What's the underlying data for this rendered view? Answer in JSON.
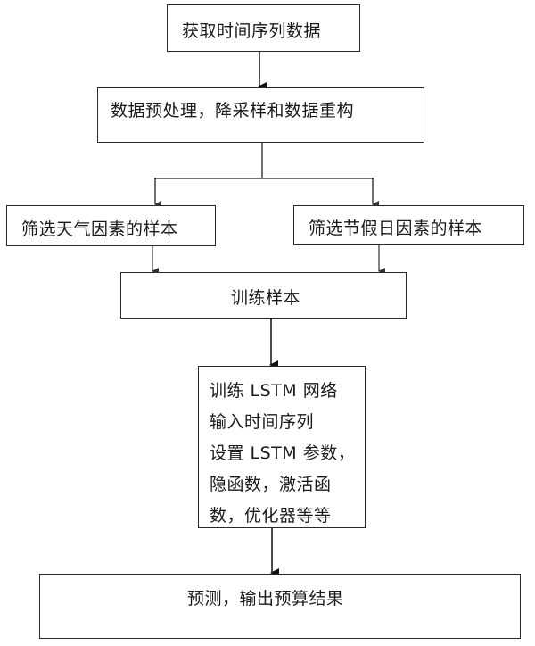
{
  "flowchart": {
    "steps": {
      "acquire": {
        "label": "获取时间序列数据"
      },
      "preprocess": {
        "label": "数据预处理，降采样和数据重构"
      },
      "weather": {
        "label": "筛选天气因素的样本"
      },
      "holiday": {
        "label": "筛选节假日因素的样本"
      },
      "train_samples": {
        "label": "训练样本"
      },
      "lstm": {
        "lines": [
          "训练 LSTM 网络",
          "输入时间序列",
          "设置 LSTM 参数，",
          "隐函数，激活函",
          "数，优化器等等"
        ]
      },
      "predict": {
        "label": "预测，输出预算结果"
      }
    },
    "edges": [
      {
        "from": "acquire",
        "to": "preprocess"
      },
      {
        "from": "preprocess",
        "to": "weather"
      },
      {
        "from": "preprocess",
        "to": "holiday"
      },
      {
        "from": "weather",
        "to": "train_samples"
      },
      {
        "from": "holiday",
        "to": "train_samples"
      },
      {
        "from": "train_samples",
        "to": "lstm"
      },
      {
        "from": "lstm",
        "to": "predict"
      }
    ],
    "colors": {
      "stroke": "#2a2a2a",
      "background": "#ffffff",
      "text": "#1a1a1a"
    }
  }
}
